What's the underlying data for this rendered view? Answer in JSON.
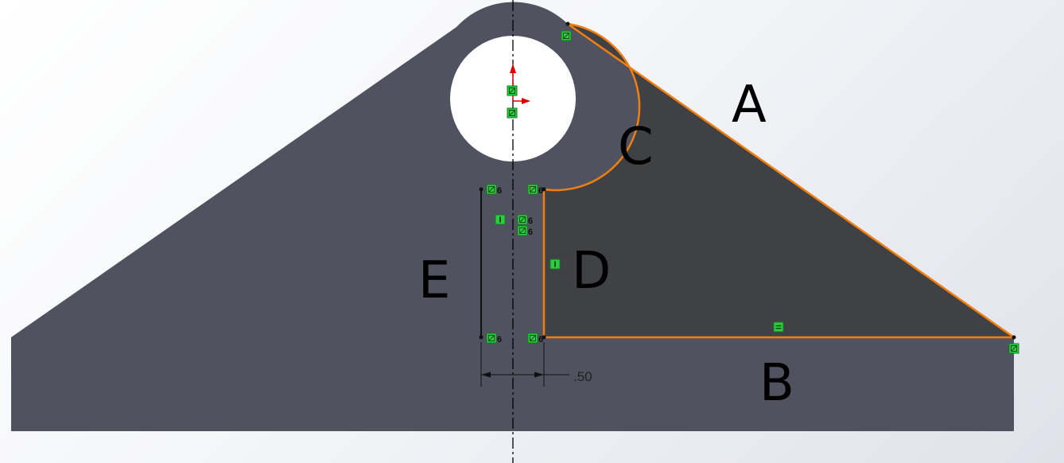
{
  "labels": {
    "a": "A",
    "b": "B",
    "c": "C",
    "d": "D",
    "e": "E"
  },
  "dimension": {
    "value": ".50"
  },
  "relation_marker": {
    "text": "6"
  },
  "colors": {
    "part_body": "#50525f",
    "selected_region": "#404144",
    "selected_edges": "#f07f12",
    "relation_icon": "#2ecc40",
    "origin_axis": "#e00000"
  },
  "icons": {
    "relation_coincident": "coincident-relation-icon",
    "relation_vertical": "vertical-relation-icon",
    "relation_horizontal": "horizontal-relation-icon",
    "origin": "origin-icon"
  }
}
